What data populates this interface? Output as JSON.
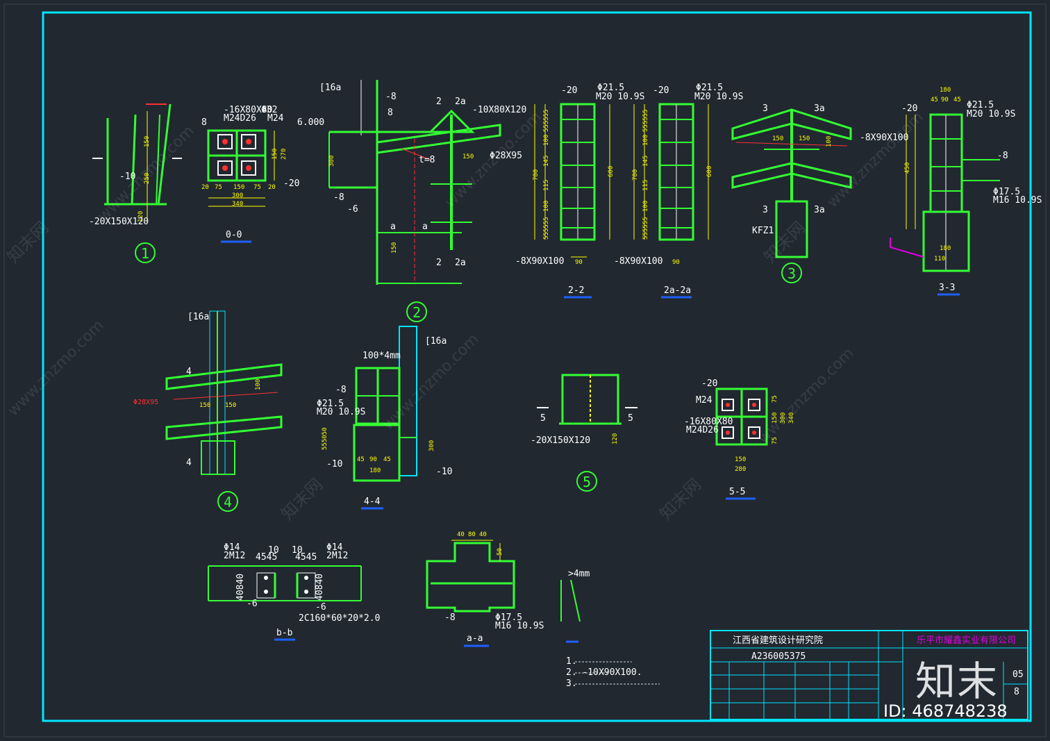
{
  "colors": {
    "background": "#212830",
    "frame": "#00e5ff",
    "steel": "#33ff33",
    "dimension": "#ffff00",
    "text": "#ffffff",
    "accent": "#ff3030",
    "title_text": "#e000e0"
  },
  "details": {
    "d1": {
      "number": "1",
      "plate": "-20X150X120",
      "dims": [
        "150",
        "250",
        "120"
      ],
      "callout": "-10"
    },
    "d0": {
      "label": "0-0",
      "plate": "-16X80X80",
      "bolts": "M24D26",
      "hole": "Φ32",
      "bolt_spec": "M24",
      "thk": "-20",
      "dims": [
        "20",
        "75",
        "150",
        "75",
        "20",
        "300",
        "340",
        "270",
        "150"
      ]
    },
    "d2": {
      "number": "2",
      "elev": "6.000",
      "channel": "[16a",
      "web": "-8",
      "plate": "-10X80X120",
      "tube": "Φ28X95",
      "dims": [
        "300",
        "150",
        "150"
      ],
      "t_label": "t=8",
      "sec_2": "2",
      "sec_2a": "2a",
      "sec_a": "a"
    },
    "s22": {
      "label": "2-2",
      "plate": "-20",
      "hole": "Φ21.5",
      "bolt": "M20 10.9S",
      "stiff": "-8X90X100",
      "dims": [
        "555555",
        "100",
        "145",
        "115",
        "100",
        "555555",
        "780",
        "600",
        "90"
      ]
    },
    "s2a": {
      "label": "2a-2a",
      "plate": "-20",
      "hole": "Φ21.5",
      "bolt": "M20 10.9S",
      "stiff": "-8X90X100",
      "dims": [
        "555555",
        "100",
        "145",
        "115",
        "100",
        "555555",
        "780",
        "600",
        "90"
      ]
    },
    "d3": {
      "number": "3",
      "sec_3": "3",
      "sec_3a": "3a",
      "column": "KFZ1",
      "dims": [
        "150",
        "150",
        "100"
      ]
    },
    "s33": {
      "label": "3-3",
      "plate": "-20",
      "hole": "Φ21.5",
      "bolt": "M20 10.9S",
      "stiff": "-8X90X100",
      "hole2": "Φ17.5",
      "bolt2": "M16 10.9S",
      "dims": [
        "180",
        "45",
        "90",
        "45",
        "180",
        "110",
        "450"
      ]
    },
    "d4": {
      "number": "4",
      "channel": "[16a",
      "sec": "4",
      "tube": "Φ28X95",
      "dims": [
        "150",
        "150",
        "100"
      ]
    },
    "s44": {
      "label": "4-4",
      "channel": "[16a",
      "plate": "100*4mm",
      "hole": "Φ21.5",
      "bolt": "M20 10.9S",
      "web": "-8",
      "thk": "-10",
      "dims": [
        "45",
        "90",
        "45",
        "180",
        "555050",
        "300"
      ]
    },
    "d5": {
      "number": "5",
      "plate": "-20X150X120",
      "sec": "5",
      "dims": [
        "120"
      ]
    },
    "s55": {
      "label": "5-5",
      "thk": "-20",
      "bolt_spec": "M24",
      "plate": "-16X80X80",
      "bolts": "M24D26",
      "dims": [
        "75",
        "150",
        "75",
        "300",
        "340",
        "150",
        "280"
      ]
    },
    "sbb": {
      "label": "b-b",
      "left_holes": "Φ14",
      "left_bolts": "2M12",
      "right_holes": "Φ14",
      "right_bolts": "2M12",
      "left_pitch": "10",
      "left_sp": "4545",
      "right_pitch": "10",
      "right_sp": "4545",
      "left_dim": "40840",
      "right_dim": "40840",
      "left_thk": "-6",
      "right_thk": "-6",
      "channel": "2C160*60*20*2.0"
    },
    "saa": {
      "label": "a-a",
      "dims": [
        "40",
        "80",
        "40",
        "50"
      ],
      "web": "-8",
      "hole": "Φ17.5",
      "bolt": "M16 10.9S"
    },
    "weld": {
      "size": ">4mm"
    }
  },
  "notes": {
    "items": [
      "1.",
      "2.            -10X90X100.",
      "3."
    ]
  },
  "title_block": {
    "institute": "江西省建筑设计研究院",
    "cert_no": "A236005375",
    "client": "乐平市耀鑫实业有限公司",
    "dwg_no": "05",
    "sheet": "8",
    "footer": ""
  },
  "watermark": {
    "brand": "知末",
    "image_id": "ID: 468748238",
    "site": "www.znzmo.com",
    "cn": "知末网"
  }
}
